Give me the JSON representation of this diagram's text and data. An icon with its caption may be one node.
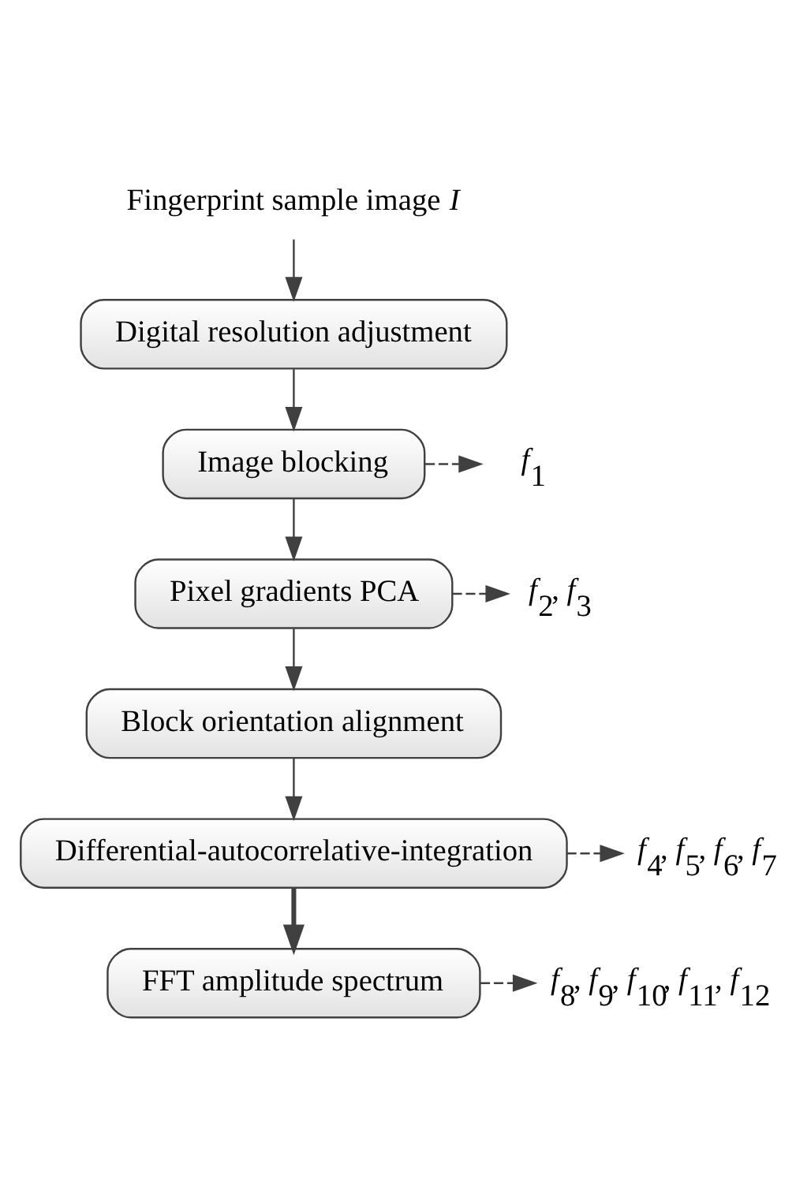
{
  "diagram": {
    "nodes": [
      {
        "text": [
          "Fingerprint sample image *I*"
        ]
      },
      {
        "text": [
          "Digital resolution adjustment"
        ]
      },
      {
        "text": [
          "Image blocking"
        ]
      },
      {
        "text": [
          "Pixel gradients PCA"
        ]
      },
      {
        "text": [
          "Block orientation alignment"
        ]
      },
      {
        "text": [
          "Differential-autocorrelative-integration"
        ]
      },
      {
        "text": [
          "FFT amplitude spectrum"
        ]
      },
      {
        "text": [
          "*f*$_{1}$"
        ]
      },
      {
        "text": [
          "*f*$_{2}$, *f*$_{3}$"
        ]
      },
      {
        "text": [
          "*f*$_{4}$, *f*$_{5}$, *f*$_{6}$, *f*$_{7}$"
        ]
      },
      {
        "text": [
          "*f*$_{8}$, *f*$_{9}$, *f*$_{10}$, *f*$_{11}$, *f*$_{12}$"
        ]
      }
    ],
    "edges": [
      {
        "from": 0,
        "to": 1,
        "arrow": "to"
      },
      {
        "from": 1,
        "to": 2,
        "arrow": "to"
      },
      {
        "from": 2,
        "to": 3,
        "arrow": "to"
      },
      {
        "from": 2,
        "to": 7,
        "arrow": "to",
        "style": "dashed"
      },
      {
        "from": 3,
        "to": 4,
        "arrow": "to"
      },
      {
        "from": 3,
        "to": 8,
        "arrow": "to",
        "style": "dashed"
      },
      {
        "from": 4,
        "to": 5,
        "arrow": "to"
      },
      {
        "from": 5,
        "to": 6,
        "arrow": "to",
        "style": "thick"
      },
      {
        "from": 5,
        "to": 9,
        "arrow": "to",
        "style": "dashed"
      },
      {
        "from": 6,
        "to": 10,
        "arrow": "to",
        "style": "dashed"
      }
    ]
  }
}
